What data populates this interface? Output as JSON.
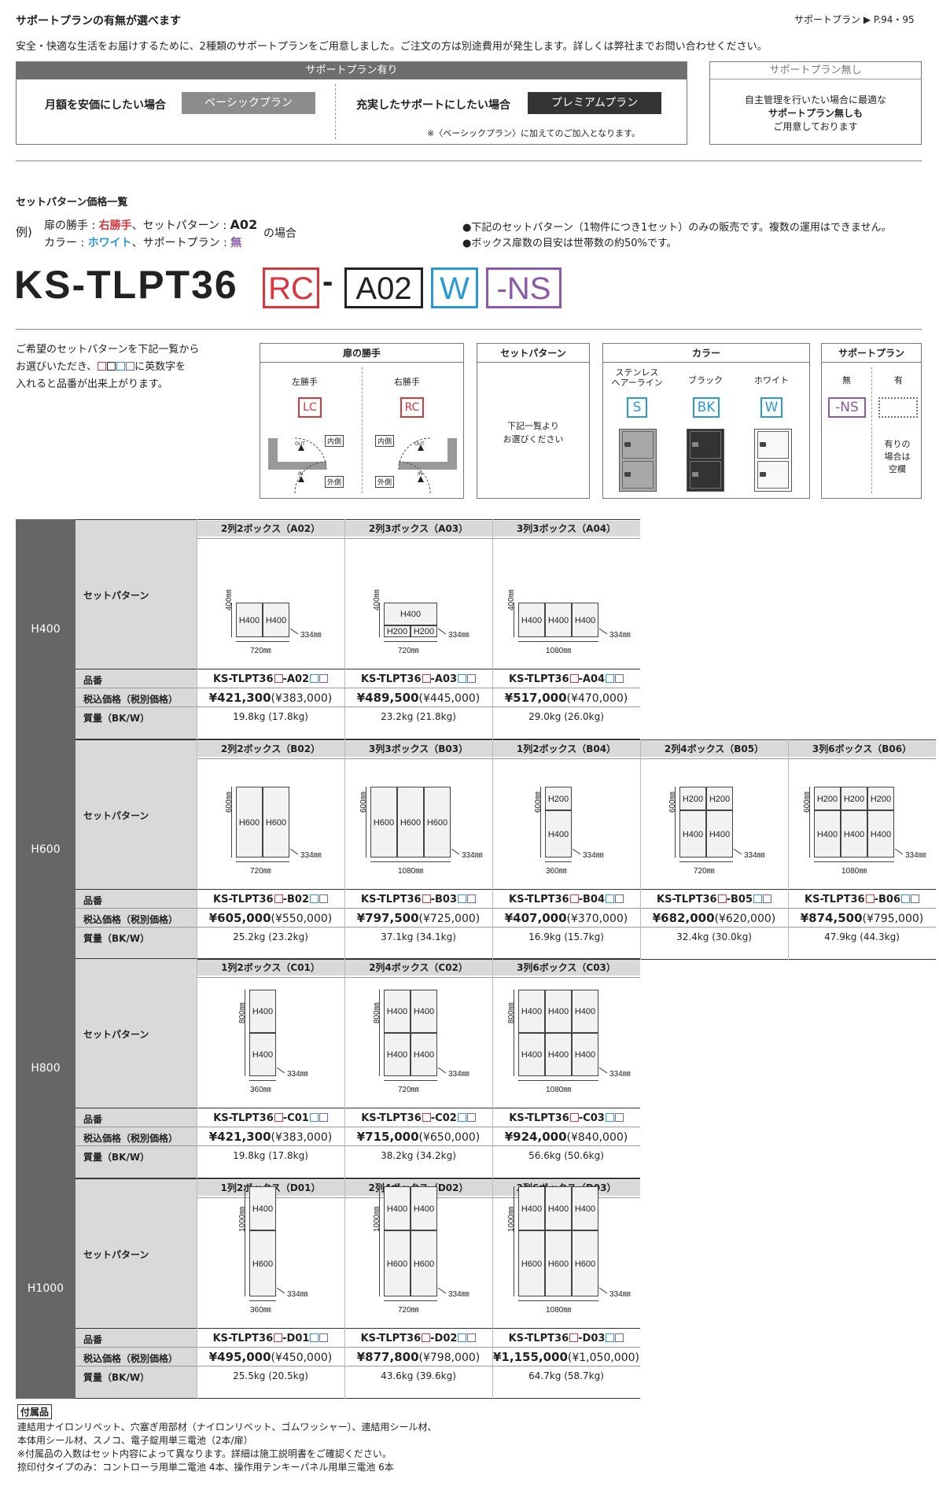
{
  "header": {
    "title": "サポートプランの有無が選べます",
    "ref_label": "サポートプラン",
    "ref_pages": "P.94・95",
    "intro": "安全・快適な生活をお届けするために、2種類のサポートプランをご用意しました。ご注文の方は別途費用が発生します。詳しくは弊社までお問い合わせください。"
  },
  "support_plans": {
    "with_title": "サポートプラン有り",
    "basic_desc": "月額を安価にしたい場合",
    "basic_name": "ベーシックプラン",
    "premium_desc": "充実したサポートにしたい場合",
    "premium_name": "プレミアムプラン",
    "premium_note": "※〈ベーシックプラン〉に加えてのご加入となります。",
    "without_title": "サポートプラン無し",
    "without_line1": "自主管理を行いたい場合に最適な",
    "without_line2": "サポートプラン無しも",
    "without_line3": "ご用意しております"
  },
  "set_pattern": {
    "section_title": "セットパターン価格一覧",
    "example_prefix": "例)",
    "ex_door_label": "扉の勝手 : ",
    "ex_door_value": "右勝手",
    "ex_set_label": "、セットパターン : ",
    "ex_set_value": "A02",
    "ex_tail": "の場合",
    "ex_color_label": "カラー : ",
    "ex_color_value": "ホワイト",
    "ex_support_label": "、サポートプラン : ",
    "ex_support_value": "無",
    "note1": "●下記のセットパターン（1物件につき1セット）のみの販売です。複数の運用はできません。",
    "note2": "●ボックス扉数の目安は世帯数の約50%です。",
    "model_base": "KS-TLPT36",
    "code_rc": "RC",
    "dash": "-",
    "code_a02": "A02",
    "code_w": "W",
    "code_ns": "-NS",
    "howto_line1": "ご希望のセットパターンを下記一覧から",
    "howto_line2a": "お選びいただき、",
    "howto_line2b": "に英数字を",
    "howto_line3": "入れると品番が出来上がります。"
  },
  "options": {
    "door_title": "扉の勝手",
    "left_label": "左勝手",
    "right_label": "右勝手",
    "lc": "LC",
    "rc": "RC",
    "inside": "内側",
    "outside": "外側",
    "out_mark": "OUT",
    "in_mark": "IN",
    "set_title": "セットパターン",
    "set_line1": "下記一覧より",
    "set_line2": "お選びください",
    "color_title": "カラー",
    "stainless_line1": "ステンレス",
    "stainless_line2": "ヘアーライン",
    "black": "ブラック",
    "white": "ホワイト",
    "s": "S",
    "bk": "BK",
    "w": "W",
    "support_title": "サポートプラン",
    "none": "無",
    "has": "有",
    "ns": "-NS",
    "has_note1": "有りの",
    "has_note2": "場合は",
    "has_note3": "空欄"
  },
  "table_labels": {
    "set_pattern": "セットパターン",
    "part_no": "品番",
    "price": "税込価格（税別価格）",
    "weight": "質量（BK/W）",
    "dash": "-"
  },
  "blocks": [
    {
      "height_label": "H400",
      "columns": [
        {
          "title": "2列2ボックス（A02）",
          "code": "A02",
          "price": "¥421,300",
          "price_ex": "(¥383,000)",
          "weight": "19.8kg (17.8kg)",
          "height_dim": "400㎜",
          "width_dim": "720㎜",
          "depth_dim": "334㎜",
          "grid": [
            [
              "H400",
              "H400"
            ]
          ]
        },
        {
          "title": "2列3ボックス（A03）",
          "code": "A03",
          "price": "¥489,500",
          "price_ex": "(¥445,000)",
          "weight": "23.2kg (21.8kg)",
          "height_dim": "400㎜",
          "width_dim": "720㎜",
          "depth_dim": "334㎜",
          "grid": [
            [
              "H400"
            ],
            [
              "H200",
              "H200"
            ]
          ]
        },
        {
          "title": "3列3ボックス（A04）",
          "code": "A04",
          "price": "¥517,000",
          "price_ex": "(¥470,000)",
          "weight": "29.0kg (26.0kg)",
          "height_dim": "400㎜",
          "width_dim": "1080㎜",
          "depth_dim": "334㎜",
          "grid": [
            [
              "H400",
              "H400",
              "H400"
            ]
          ]
        }
      ]
    },
    {
      "height_label": "H600",
      "columns": [
        {
          "title": "2列2ボックス（B02）",
          "code": "B02",
          "price": "¥605,000",
          "price_ex": "(¥550,000)",
          "weight": "25.2kg (23.2kg)",
          "height_dim": "600㎜",
          "width_dim": "720㎜",
          "depth_dim": "334㎜",
          "grid": [
            [
              "H600",
              "H600"
            ]
          ]
        },
        {
          "title": "3列3ボックス（B03）",
          "code": "B03",
          "price": "¥797,500",
          "price_ex": "(¥725,000)",
          "weight": "37.1kg (34.1kg)",
          "height_dim": "600㎜",
          "width_dim": "1080㎜",
          "depth_dim": "334㎜",
          "grid": [
            [
              "H600",
              "H600",
              "H600"
            ]
          ]
        },
        {
          "title": "1列2ボックス（B04）",
          "code": "B04",
          "price": "¥407,000",
          "price_ex": "(¥370,000)",
          "weight": "16.9kg (15.7kg)",
          "height_dim": "600㎜",
          "width_dim": "360㎜",
          "depth_dim": "334㎜",
          "grid": [
            [
              "H200"
            ],
            [
              "H400"
            ]
          ]
        },
        {
          "title": "2列4ボックス（B05）",
          "code": "B05",
          "price": "¥682,000",
          "price_ex": "(¥620,000)",
          "weight": "32.4kg (30.0kg)",
          "height_dim": "600㎜",
          "width_dim": "720㎜",
          "depth_dim": "334㎜",
          "grid": [
            [
              "H200",
              "H200"
            ],
            [
              "H400",
              "H400"
            ]
          ]
        },
        {
          "title": "3列6ボックス（B06）",
          "code": "B06",
          "price": "¥874,500",
          "price_ex": "(¥795,000)",
          "weight": "47.9kg (44.3kg)",
          "height_dim": "600㎜",
          "width_dim": "1080㎜",
          "depth_dim": "334㎜",
          "grid": [
            [
              "H200",
              "H200",
              "H200"
            ],
            [
              "H400",
              "H400",
              "H400"
            ]
          ]
        }
      ]
    },
    {
      "height_label": "H800",
      "columns": [
        {
          "title": "1列2ボックス（C01）",
          "code": "C01",
          "price": "¥421,300",
          "price_ex": "(¥383,000)",
          "weight": "19.8kg (17.8kg)",
          "height_dim": "800㎜",
          "width_dim": "360㎜",
          "depth_dim": "334㎜",
          "grid": [
            [
              "H400"
            ],
            [
              "H400"
            ]
          ]
        },
        {
          "title": "2列4ボックス（C02）",
          "code": "C02",
          "price": "¥715,000",
          "price_ex": "(¥650,000)",
          "weight": "38.2kg (34.2kg)",
          "height_dim": "800㎜",
          "width_dim": "720㎜",
          "depth_dim": "334㎜",
          "grid": [
            [
              "H400",
              "H400"
            ],
            [
              "H400",
              "H400"
            ]
          ]
        },
        {
          "title": "3列6ボックス（C03）",
          "code": "C03",
          "price": "¥924,000",
          "price_ex": "(¥840,000)",
          "weight": "56.6kg (50.6kg)",
          "height_dim": "800㎜",
          "width_dim": "1080㎜",
          "depth_dim": "334㎜",
          "grid": [
            [
              "H400",
              "H400",
              "H400"
            ],
            [
              "H400",
              "H400",
              "H400"
            ]
          ]
        }
      ]
    },
    {
      "height_label": "H1000",
      "columns": [
        {
          "title": "1列2ボックス（D01）",
          "code": "D01",
          "price": "¥495,000",
          "price_ex": "(¥450,000)",
          "weight": "25.5kg (20.5kg)",
          "height_dim": "1000㎜",
          "width_dim": "360㎜",
          "depth_dim": "334㎜",
          "grid": [
            [
              "H400"
            ],
            [
              "H600"
            ]
          ]
        },
        {
          "title": "2列4ボックス（D02）",
          "code": "D02",
          "price": "¥877,800",
          "price_ex": "(¥798,000)",
          "weight": "43.6kg (39.6kg)",
          "height_dim": "1000㎜",
          "width_dim": "720㎜",
          "depth_dim": "334㎜",
          "grid": [
            [
              "H400",
              "H400"
            ],
            [
              "H600",
              "H600"
            ]
          ]
        },
        {
          "title": "3列6ボックス（D03）",
          "code": "D03",
          "price": "¥1,155,000",
          "price_ex": "(¥1,050,000)",
          "weight": "64.7kg (58.7kg)",
          "height_dim": "1000㎜",
          "width_dim": "1080㎜",
          "depth_dim": "334㎜",
          "grid": [
            [
              "H400",
              "H400",
              "H400"
            ],
            [
              "H600",
              "H600",
              "H600"
            ]
          ]
        }
      ]
    }
  ],
  "accessories": {
    "title": "付属品",
    "line1": "連結用ナイロンリベット、穴塞ぎ用部材（ナイロンリベット、ゴムワッシャー）、連結用シール材、",
    "line2": "本体用シール材、スノコ、電子錠用単三電池（2本/扉）",
    "line3": "※付属品の入数はセット内容によって異なります。詳細は施工説明書をご確認ください。",
    "line4": "捺印付タイプのみ：コントローラ用単二電池 4本、操作用テンキーパネル用単三電池 6本"
  },
  "colors": {
    "red": "#d9363e",
    "blue": "#2a9ad6",
    "purple": "#8a5aa8",
    "gray_head": "#6e6e6e"
  }
}
